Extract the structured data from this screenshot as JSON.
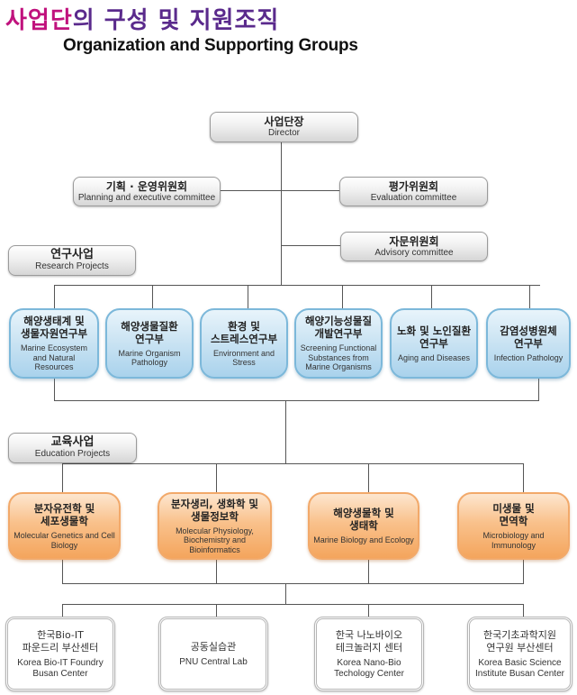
{
  "header": {
    "title_ko_highlight": "사업단",
    "title_ko_rest": "의 구성 및 지원조직",
    "title_en": "Organization and Supporting Groups"
  },
  "colors": {
    "title_highlight": "#c0127d",
    "title_main": "#5a2a8c",
    "research_box": "#a9d2ec",
    "education_box": "#f4a55d",
    "gray_box": "#d6d6d6"
  },
  "director": {
    "ko": "사업단장",
    "en": "Director"
  },
  "committees": {
    "planning": {
      "ko": "기획 · 운영위원회",
      "en": "Planning and executive committee"
    },
    "evaluation": {
      "ko": "평가위원회",
      "en": "Evaluation committee"
    },
    "advisory": {
      "ko": "자문위원회",
      "en": "Advisory committee"
    }
  },
  "research": {
    "header": {
      "ko": "연구사업",
      "en": "Research Projects"
    },
    "units": [
      {
        "ko": "해양생태계 및\n생물자원연구부",
        "en": "Marine Ecosystem\nand Natural\nResources"
      },
      {
        "ko": "해양생물질환\n연구부",
        "en": "Marine Organism\nPathology"
      },
      {
        "ko": "환경 및\n스트레스연구부",
        "en": "Environment and\nStress"
      },
      {
        "ko": "해양기능성물질\n개발연구부",
        "en": "Screening Functional\nSubstances from\nMarine Organisms"
      },
      {
        "ko": "노화 및 노인질환\n연구부",
        "en": "Aging and Diseases"
      },
      {
        "ko": "감염성병원체\n연구부",
        "en": "Infection Pathology"
      }
    ]
  },
  "education": {
    "header": {
      "ko": "교육사업",
      "en": "Education Projects"
    },
    "units": [
      {
        "ko": "분자유전학 및\n세포생물학",
        "en": "Molecular Genetics and Cell\nBiology"
      },
      {
        "ko": "분자생리, 생화학 및\n생물정보학",
        "en": "Molecular Physiology,\nBiochemistry and Bioinformatics"
      },
      {
        "ko": "해양생물학 및\n생태학",
        "en": "Marine Biology and Ecology"
      },
      {
        "ko": "미생물 및\n면역학",
        "en": "Microbiology and Immunology"
      }
    ]
  },
  "support": {
    "units": [
      {
        "ko": "한국Bio-IT\n파운드리 부산센터",
        "en": "Korea Bio-IT Foundry\nBusan Center"
      },
      {
        "ko": "공동실습관",
        "en": "PNU Central Lab"
      },
      {
        "ko": "한국 나노바이오\n테크놀러지 센터",
        "en": "Korea Nano-Bio\nTechology Center"
      },
      {
        "ko": "한국기초과학지원\n연구원 부산센터",
        "en": "Korea Basic Science\nInstitute Busan Center"
      }
    ]
  }
}
